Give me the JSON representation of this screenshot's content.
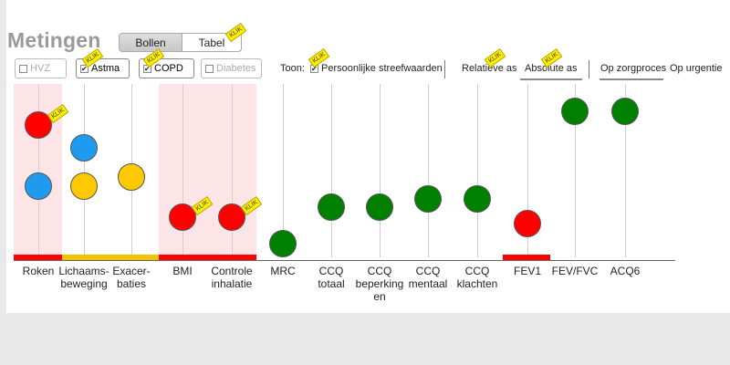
{
  "title": "Metingen",
  "view_toggle": {
    "bollen": "Bollen",
    "tabel": "Tabel"
  },
  "klik": "KLIK",
  "filters": [
    {
      "label": "HVZ",
      "checked": false,
      "disabled": true
    },
    {
      "label": "Astma",
      "checked": true,
      "disabled": false
    },
    {
      "label": "COPD",
      "checked": true,
      "disabled": false
    },
    {
      "label": "Diabetes",
      "checked": false,
      "disabled": true
    }
  ],
  "toon": {
    "label": "Toon:",
    "option": "Persoonlijke streefwaarden",
    "checked": true
  },
  "axis": {
    "relatief": "Relatieve as",
    "absoluut": "Absolute as"
  },
  "sort": {
    "zorgproces": "Op zorgproces",
    "urgentie": "Op urgentie"
  },
  "colors": {
    "red": "#ff0000",
    "blue": "#1e9bef",
    "yellow": "#ffc800",
    "green": "#008000",
    "band": "#fde4e6",
    "status_red": "#ff0000",
    "status_yellow": "#f2c200"
  },
  "measures": [
    {
      "label": "Roken"
    },
    {
      "label": "Lichaams-\nbeweging"
    },
    {
      "label": "Exacer-\nbaties"
    },
    {
      "label": "BMI"
    },
    {
      "label": "Controle\ninhalatie"
    },
    {
      "label": "MRC"
    },
    {
      "label": "CCQ\ntotaal"
    },
    {
      "label": "CCQ\nbeperking\nen"
    },
    {
      "label": "CCQ\nmentaal"
    },
    {
      "label": "CCQ\nklachten"
    },
    {
      "label": "FEV1"
    },
    {
      "label": "FEV/FVC"
    },
    {
      "label": "ACQ6"
    }
  ]
}
